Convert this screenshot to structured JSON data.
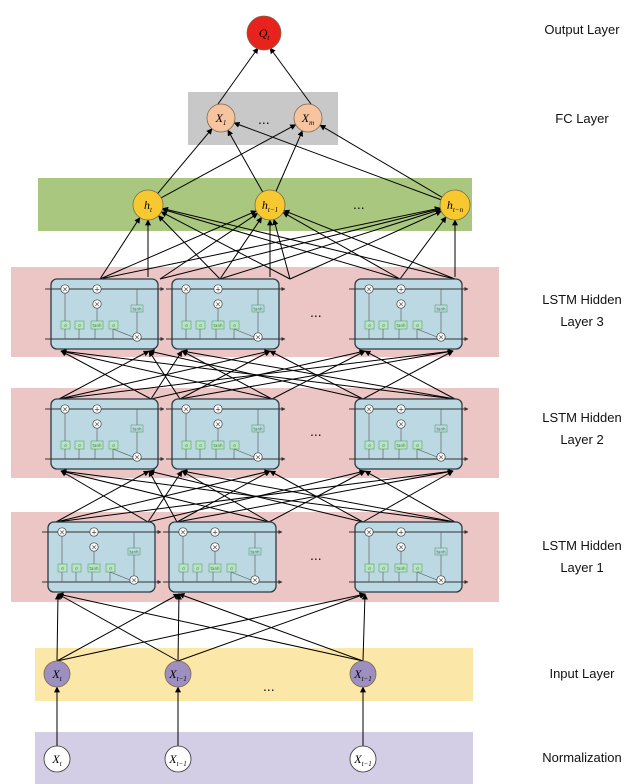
{
  "layers": {
    "output": "Output Layer",
    "fc": "FC Layer",
    "lstm3": [
      "LSTM Hidden",
      "Layer 3"
    ],
    "lstm2": [
      "LSTM Hidden",
      "Layer 2"
    ],
    "lstm1": [
      "LSTM Hidden",
      "Layer 1"
    ],
    "input": "Input Layer",
    "normalization": "Normalization"
  },
  "nodes": {
    "output": {
      "main": "Q",
      "sub": "t"
    },
    "fc": [
      {
        "main": "X",
        "sub": "1"
      },
      {
        "main": "X",
        "sub": "m"
      }
    ],
    "hidden": [
      {
        "main": "h",
        "sub": "t"
      },
      {
        "main": "h",
        "sub": "t−1"
      },
      {
        "main": "h",
        "sub": "t−n"
      }
    ],
    "input": [
      {
        "main": "X",
        "sub": "t"
      },
      {
        "main": "X",
        "sub": "t−1"
      },
      {
        "main": "X",
        "sub": "t−1"
      }
    ],
    "normalization": [
      {
        "main": "X",
        "sub": "t"
      },
      {
        "main": "X",
        "sub": "t−1"
      },
      {
        "main": "X",
        "sub": "t−1"
      }
    ]
  },
  "ellipsis": "...",
  "cell_labels": {
    "tanh": "tanh",
    "sigma": "σ"
  },
  "colors": {
    "fc_band": "#c8c8c8",
    "hidden_band": "#a9c77f",
    "lstm_band": "#ecc5c5",
    "input_band": "#fbe7a8",
    "norm_band": "#d4cde6",
    "output_node": "#e8231d",
    "fc_node": "#f7c4a0",
    "hidden_node": "#f8c830",
    "input_node": "#9d8fbf",
    "norm_node": "#ffffff",
    "cell_fill": "#bcd8e3",
    "cell_stroke": "#2a3b45",
    "gate_fill": "#b9e4c4"
  }
}
